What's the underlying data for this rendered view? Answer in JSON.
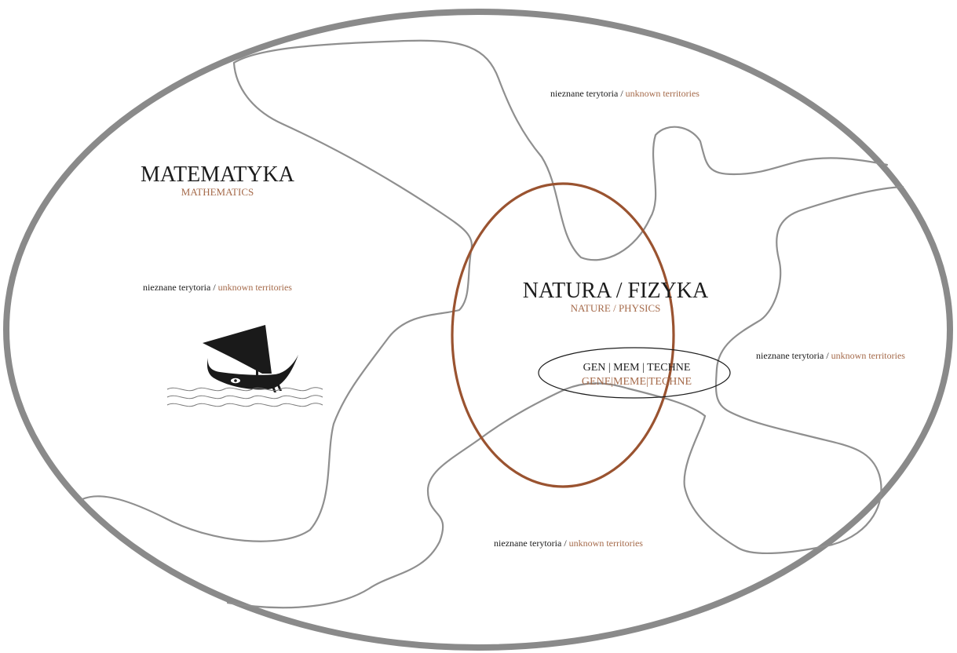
{
  "colors": {
    "outer_ring": "#8a8a8a",
    "region_lines": "#8f8f8f",
    "nature_ring": "#9a5330",
    "text_dark": "#1c1c1c",
    "text_accent": "#a56a4a",
    "ship": "#1a1a1a"
  },
  "regions": {
    "mathematics": {
      "title": "MATEMATYKA",
      "subtitle": "MATHEMATICS"
    },
    "nature": {
      "title": "NATURA / FIZYKA",
      "subtitle": "NATURE / PHYSICS"
    },
    "core": {
      "title": "GEN | MEM | TECHNE",
      "subtitle": "GENE|MEME|TECHNE"
    }
  },
  "unknown_labels": [
    {
      "pl": "nieznane terytoria / ",
      "en": "unknown territories"
    },
    {
      "pl": "nieznane terytoria / ",
      "en": "unknown territories"
    },
    {
      "pl": "nieznane terytoria / ",
      "en": "unknown territories"
    },
    {
      "pl": "nieznane terytoria / ",
      "en": "unknown territories"
    }
  ],
  "icons": {
    "ship": "ship-icon",
    "waves": "waves-icon"
  }
}
